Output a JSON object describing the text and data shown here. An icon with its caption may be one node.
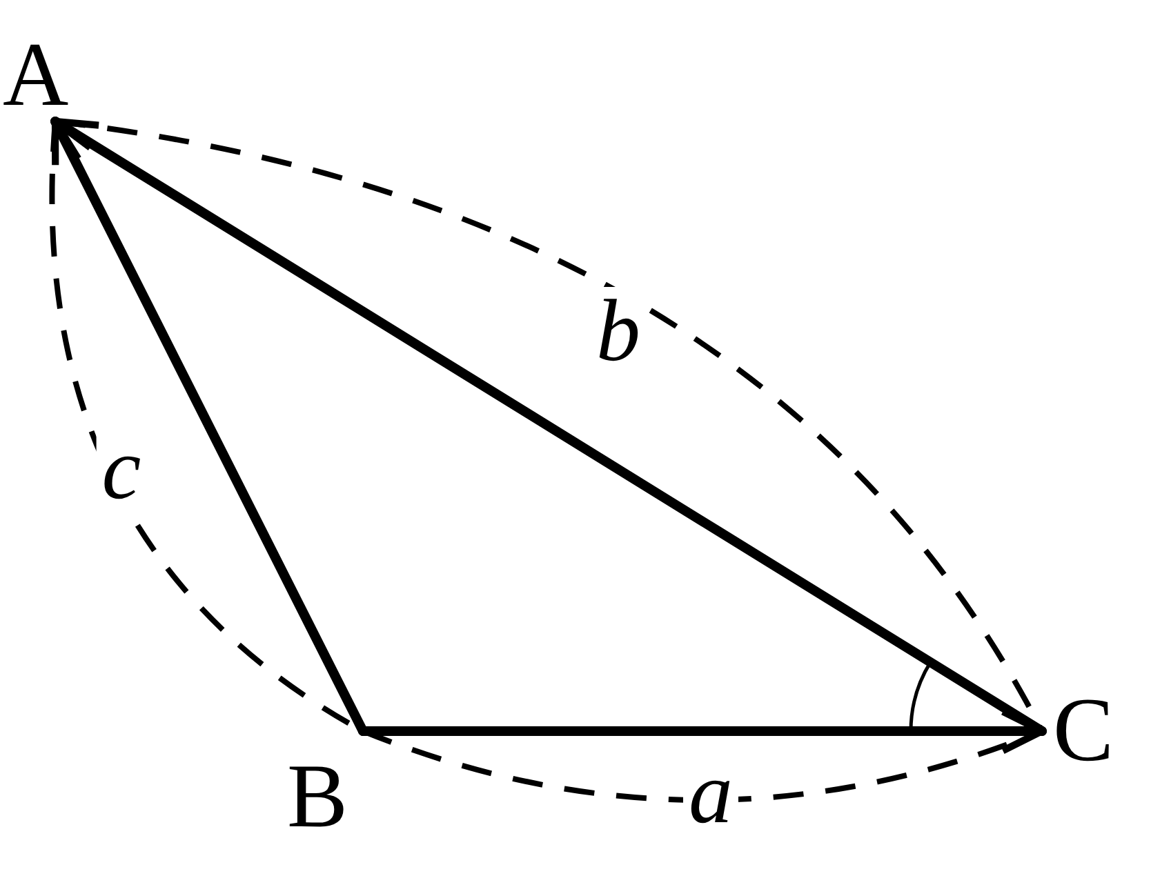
{
  "diagram": {
    "nodes": [
      {
        "text": [
          "A"
        ]
      },
      {
        "text": [
          "B"
        ]
      },
      {
        "text": [
          "C"
        ]
      }
    ],
    "edges": [
      {
        "from": 1,
        "to": 0,
        "arrow": "to"
      },
      {
        "from": 2,
        "to": 0,
        "arrow": "to"
      },
      {
        "from": 1,
        "to": 2,
        "arrow": "to"
      },
      {
        "from": 1,
        "to": 2,
        "arrow": "none",
        "style": "dashed",
        "label": "a"
      },
      {
        "from": 0,
        "to": 2,
        "arrow": "none",
        "style": "dashed",
        "label": "b"
      },
      {
        "from": 0,
        "to": 1,
        "arrow": "none",
        "style": "dashed",
        "label": "c"
      }
    ]
  }
}
